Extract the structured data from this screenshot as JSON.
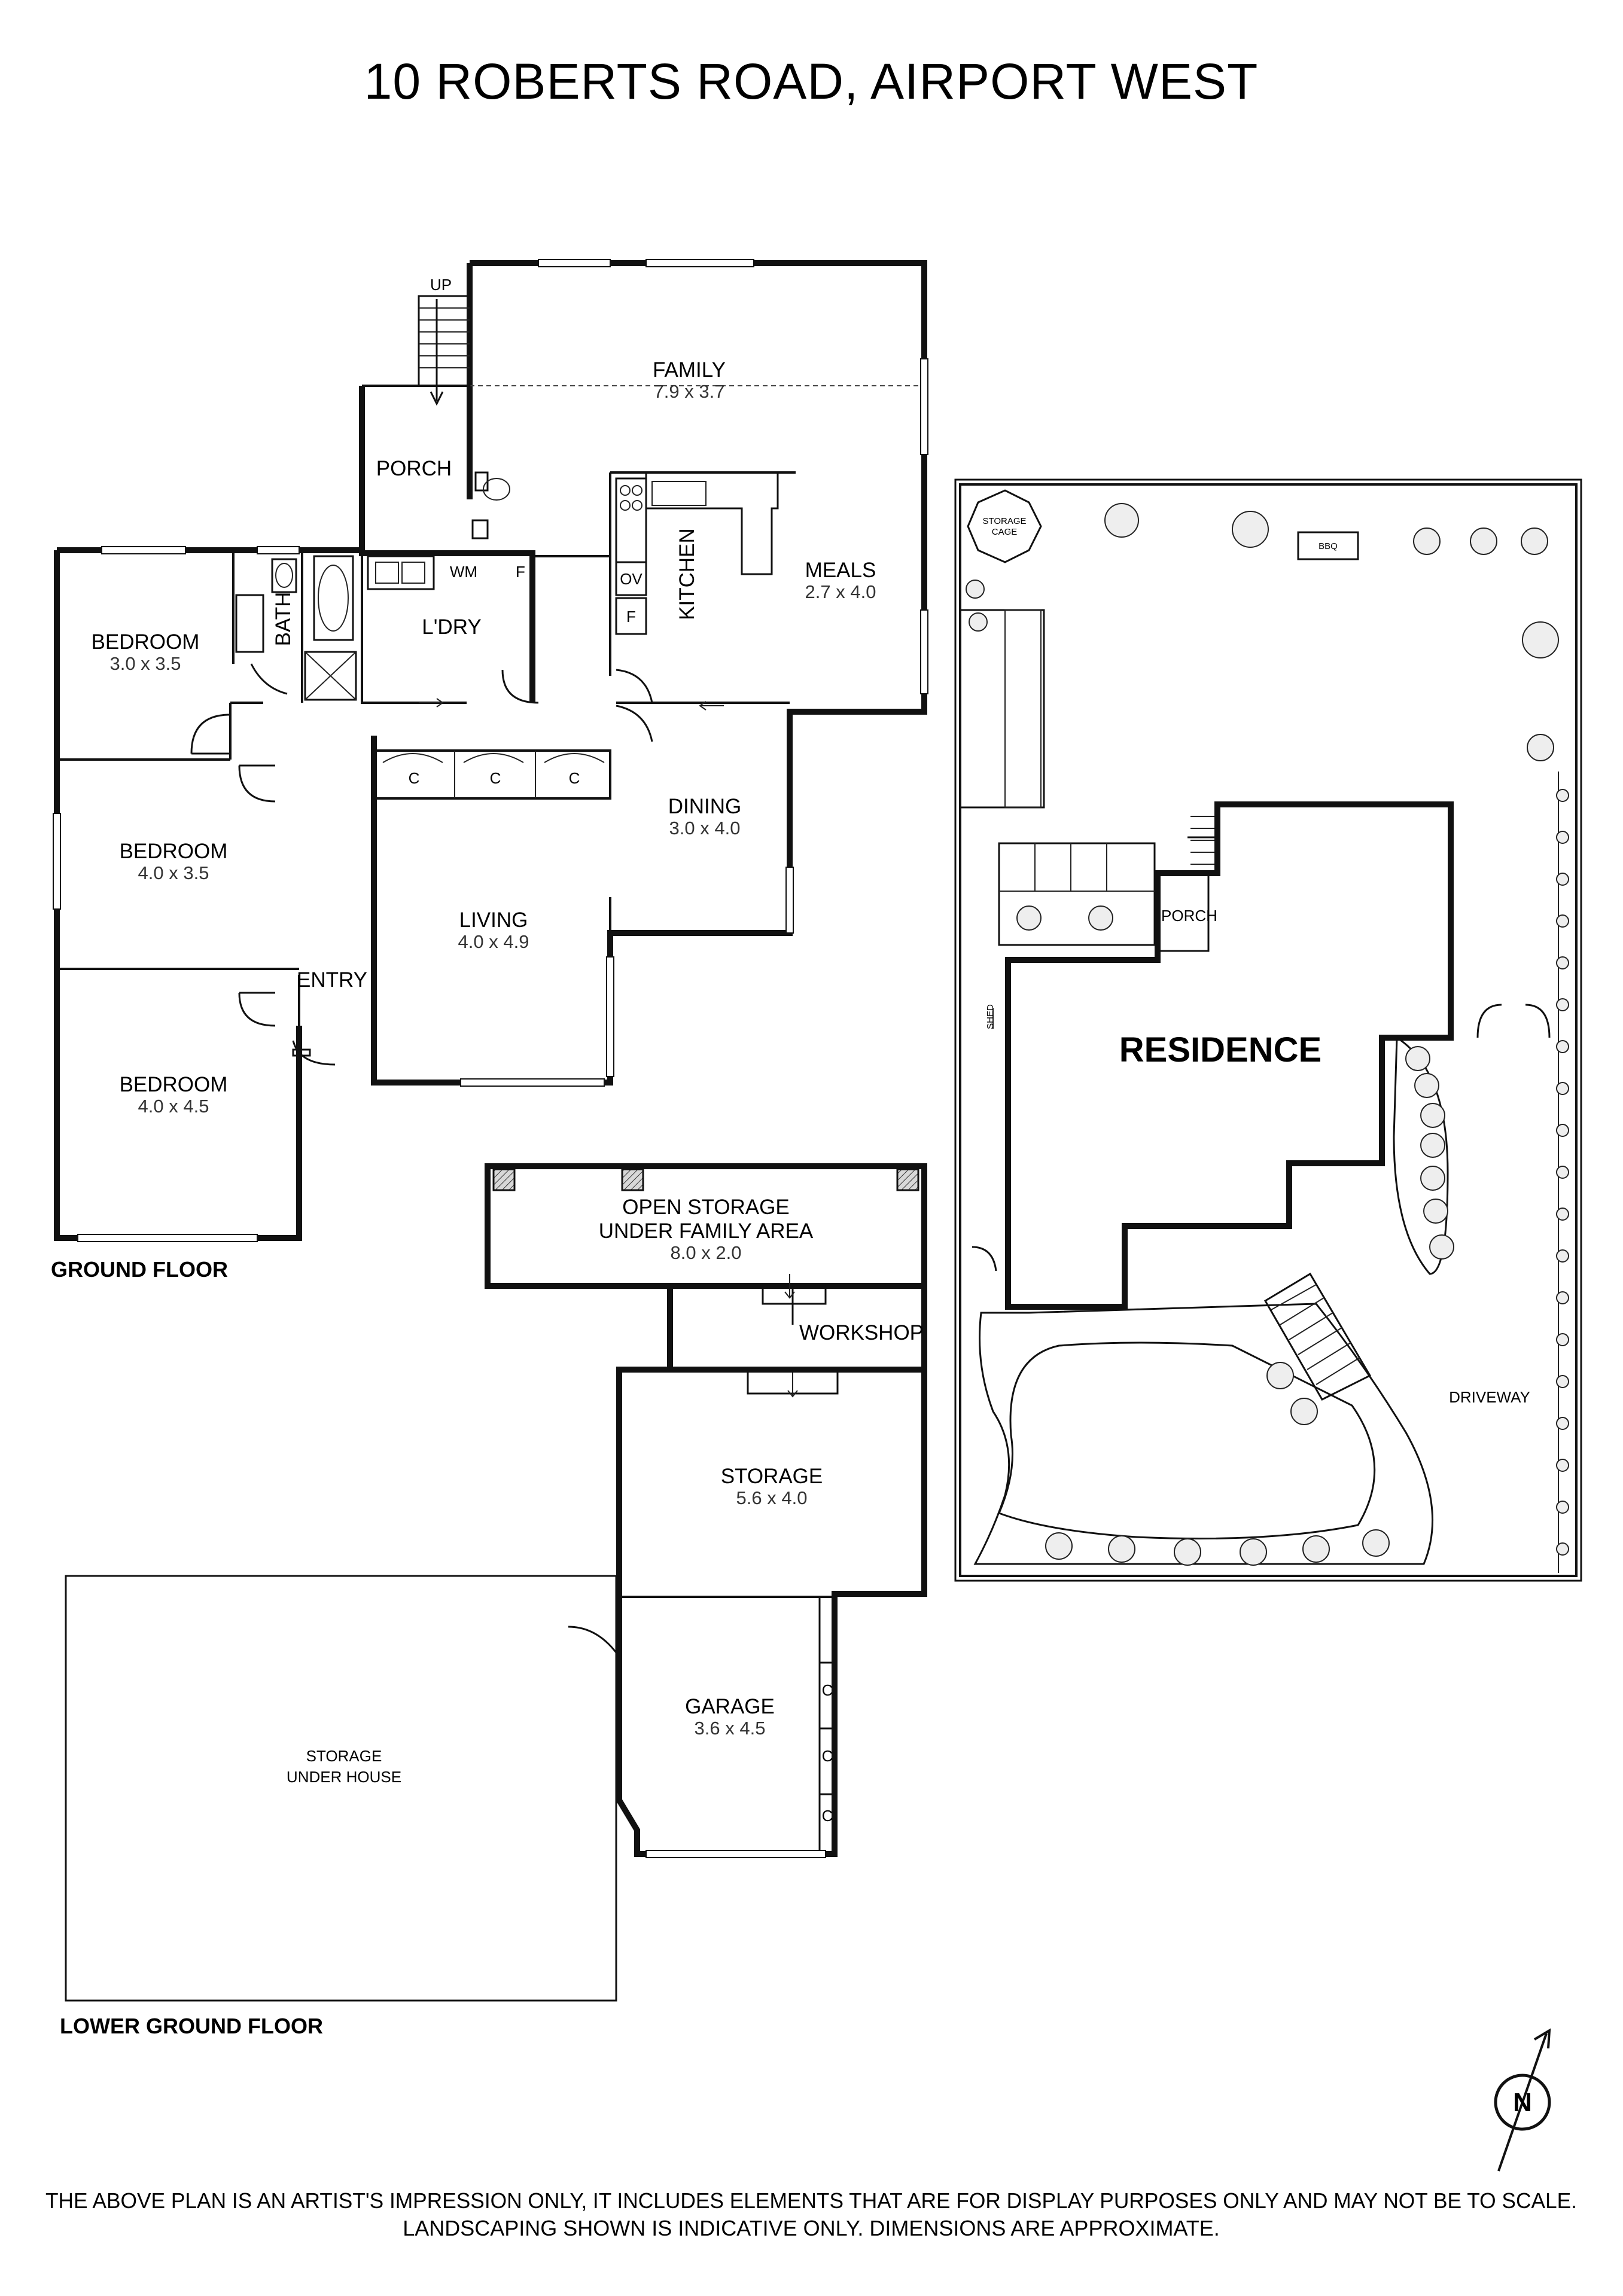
{
  "title": "10 ROBERTS ROAD, AIRPORT WEST",
  "ground_floor": {
    "label": "GROUND FLOOR",
    "rooms": {
      "family": {
        "name": "FAMILY",
        "dims": "7.9 x 3.7"
      },
      "porch": {
        "name": "PORCH"
      },
      "kitchen": {
        "name": "KITCHEN"
      },
      "meals": {
        "name": "MEALS",
        "dims": "2.7 x 4.0"
      },
      "bedroom1": {
        "name": "BEDROOM",
        "dims": "3.0 x 3.5"
      },
      "bath": {
        "name": "BATH"
      },
      "laundry": {
        "name": "L'DRY"
      },
      "wm": {
        "name": "WM"
      },
      "f1": {
        "name": "F"
      },
      "ov": {
        "name": "OV"
      },
      "f2": {
        "name": "F"
      },
      "bedroom2": {
        "name": "BEDROOM",
        "dims": "4.0 x 3.5"
      },
      "dining": {
        "name": "DINING",
        "dims": "3.0 x 4.0"
      },
      "living": {
        "name": "LIVING",
        "dims": "4.0 x 4.9"
      },
      "entry": {
        "name": "ENTRY"
      },
      "bedroom3": {
        "name": "BEDROOM",
        "dims": "4.0 x 4.5"
      },
      "closet_label": "C",
      "stair_label": "UP"
    }
  },
  "lower_ground_floor": {
    "label": "LOWER GROUND FLOOR",
    "rooms": {
      "open_storage": {
        "line1": "OPEN STORAGE",
        "line2": "UNDER FAMILY AREA",
        "dims": "8.0 x 2.0"
      },
      "workshop": {
        "name": "WORKSHOP"
      },
      "storage": {
        "name": "STORAGE",
        "dims": "5.6 x 4.0"
      },
      "garage": {
        "name": "GARAGE",
        "dims": "3.6 x 4.5"
      },
      "under_house": {
        "line1": "STORAGE",
        "line2": "UNDER HOUSE"
      },
      "closet_label": "C"
    }
  },
  "site_plan": {
    "residence": "RESIDENCE",
    "porch": "PORCH",
    "driveway": "DRIVEWAY",
    "bbq": "BBQ",
    "storage_cage": {
      "line1": "STORAGE",
      "line2": "CAGE"
    },
    "side_label": "SHED"
  },
  "compass": {
    "letter": "N"
  },
  "disclaimer": {
    "line1": "THE ABOVE PLAN IS AN ARTIST'S IMPRESSION ONLY, IT INCLUDES ELEMENTS THAT ARE FOR DISPLAY PURPOSES ONLY AND MAY NOT BE TO SCALE.",
    "line2": "LANDSCAPING SHOWN IS INDICATIVE ONLY. DIMENSIONS ARE APPROXIMATE."
  }
}
